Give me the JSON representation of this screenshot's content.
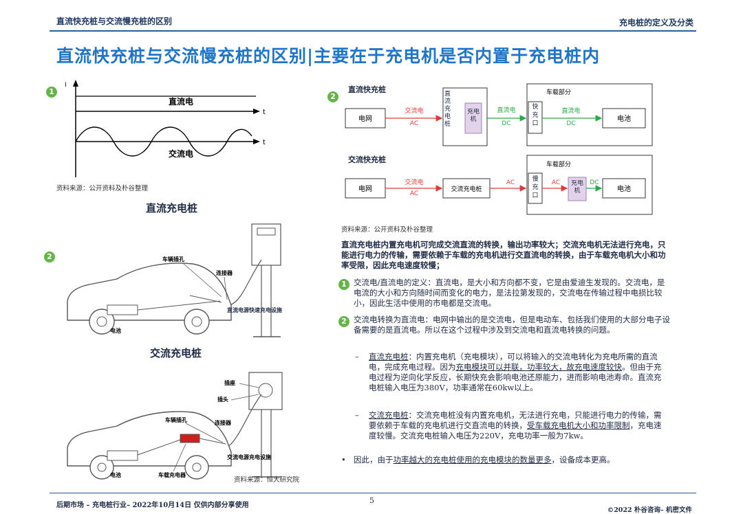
{
  "header": {
    "left_title": "直流快充桩与交流慢充桩的区别",
    "right_title": "充电桩的定义及分类"
  },
  "main_title": "直流快充桩与交流慢充桩的区别|主要在于充电机是否内置于充电桩内",
  "left": {
    "badge1": "1",
    "waveform": {
      "axis_i": "I",
      "axis_t1": "t",
      "axis_t2": "t",
      "dc_label": "直流电",
      "ac_label": "交流电"
    },
    "source1": "资料来源：公开资料及朴谷整理",
    "dc_pile_title": "直流充电桩",
    "badge2": "2",
    "dc_car": {
      "port": "车辆插孔",
      "connector": "连接器",
      "battery": "电池",
      "station": "直流电源快速充电设施"
    },
    "ac_pile_title": "交流充电桩",
    "ac_car": {
      "socket": "插座",
      "plug": "插头",
      "port": "车辆插孔",
      "connector": "连接器",
      "battery": "电池",
      "charger": "车载充电器",
      "station": "交流电源充电设施"
    },
    "source2": "资料来源：恒大研究院"
  },
  "right": {
    "badge": "2",
    "dc": {
      "title": "直流快充桩",
      "grid": "电网",
      "ac_cn": "交流电",
      "ac_en": "AC",
      "pile": "直流充电桩",
      "charger": "充电机",
      "dc_cn": "直流电",
      "dc_en": "DC",
      "onboard": "车载部分",
      "port": "快充口",
      "dc_cn2": "直流电",
      "dc_en2": "DC",
      "battery": "电池"
    },
    "ac": {
      "title": "交流快充桩",
      "grid": "电网",
      "ac_cn": "交流电",
      "ac_en": "AC",
      "pile": "交流充电桩",
      "ac_en2": "AC",
      "onboard": "车载部分",
      "port": "慢充口",
      "ac_en3": "AC",
      "charger": "充电机",
      "dc_en": "DC",
      "battery": "电池"
    },
    "source": "资料来源：公开资料及朴谷整理",
    "summary": "直流充电桩内置充电机可完成交流直流的转换，输出功率较大；交流充电机无法进行充电，只能进行电力的传输，需要依赖于车载的充电机进行交直流电的转换，由于车载充电机大小和功率受限，因此充电速度较慢；",
    "p1_badge": "1",
    "p1": "交流电/直流电的定义：直流电，是大小和方向都不变，它是由爱迪生发现的。交流电，是电流的大小和方向随时间而变化的电力，是法拉第发现的，交流电在传输过程中电损比较小，因此生活中使用的市电都是交流电。",
    "p2_badge": "2",
    "p2": "交流电转换为直流电：电网中输出的是交流电，但是电动车、包括我们使用的大部分电子设备需要的是直流电。所以在这个过程中涉及到交流电和直流电转换的问题。",
    "dash_mark": "–",
    "d1_term": "直流充电桩",
    "d1_a": "：内置充电机（充电模块），可以将输入的交流电转化为充电所需的直流电，完成充电过程。因为",
    "d1_u1": "充电模块可以并联，功率较大，故充电速度较快",
    "d1_b": "。但由于充电过程为逆向化学反应，长期快充会影响电池还原能力，进而影响电池寿命。直流充电桩输入电压为380V，功率通常在60kw以上。",
    "d2_term": "交流充电桩",
    "d2_a": "：交流充电桩没有内置充电机，无法进行充电，只能进行电力的传输，需要依赖于车载的充电机进行交直流电的转换，",
    "d2_u1": "受车载充电机大小和功率限制",
    "d2_b": "，充电速度较慢。交流充电桩输入电压为220V，充电功率一般为7kw。",
    "bullet_mark": "•",
    "b3_a": "因此，由于",
    "b3_u": "功率越大的充电桩使用的充电模块的数量更多",
    "b3_b": "，设备成本更高。"
  },
  "footer": {
    "left": "后期市场 – 充电桩行业– 2022年10月14日 仅供内部分享使用",
    "page": "5",
    "right": "©2022 朴谷咨询– 机密文件"
  }
}
